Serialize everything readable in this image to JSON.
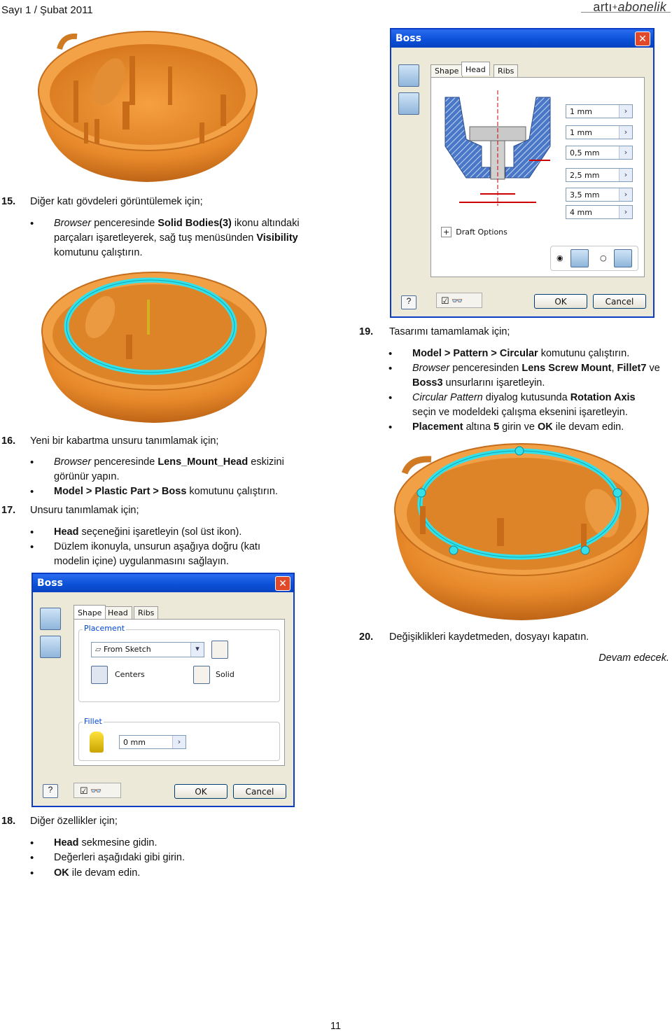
{
  "header": {
    "issue": "Sayı 1 / Şubat 2011",
    "brand_a": "artı",
    "brand_plus": "+",
    "brand_b": "abonelik"
  },
  "step15": {
    "num": "15.",
    "title": "Diğer katı gövdeleri görüntülemek için;",
    "b1": {
      "a": "Browser",
      "b": " penceresinde ",
      "c": "Solid Bodies(3)",
      "d": " ikonu altındaki",
      "e": "parçaları işaretleyerek, sağ tuş menüsünden ",
      "f": "Visibility",
      "g": "komutunu çalıştırın."
    }
  },
  "step16": {
    "num": "16.",
    "title": "Yeni bir kabartma unsuru tanımlamak için;",
    "b1": {
      "a": "Browser",
      "b": " penceresinde ",
      "c": "Lens_Mount_Head",
      "d": " eskizini",
      "e": "görünür yapın."
    },
    "b2": {
      "a": "Model > Plastic Part > Boss",
      "b": " komutunu çalıştırın."
    }
  },
  "step17": {
    "num": "17.",
    "title": "Unsuru tanımlamak için;",
    "b1": {
      "a": "Head",
      "b": " seçeneğini işaretleyin (sol üst ikon)."
    },
    "b2": {
      "a": "Düzlem ikonuyla, unsurun aşağıya doğru (katı",
      "b": "modelin içine) uygulanmasını sağlayın."
    }
  },
  "step18": {
    "num": "18.",
    "title": "Diğer özellikler için;",
    "b1": {
      "a": "Head",
      "b": " sekmesine gidin."
    },
    "b2": "Değerleri aşağıdaki gibi girin.",
    "b3": {
      "a": "OK",
      "b": " ile devam edin."
    }
  },
  "step19": {
    "num": "19.",
    "title": "Tasarımı tamamlamak için;",
    "b1": {
      "a": "Model > Pattern > Circular",
      "b": " komutunu çalıştırın."
    },
    "b2": {
      "a": "Browser",
      "b": " penceresinden ",
      "c": "Lens Screw Mount",
      "d": ", ",
      "e": "Fillet7",
      "f": " ve",
      "g": "Boss3",
      "h": " unsurlarını işaretleyin."
    },
    "b3": {
      "a": "Circular Pattern",
      "b": " diyalog kutusunda ",
      "c": "Rotation Axis",
      "d": "seçin ve modeldeki çalışma eksenini işaretleyin."
    },
    "b4": {
      "a": "Placement",
      "b": " altına ",
      "c": "5",
      "d": " girin ve ",
      "e": "OK",
      "f": " ile devam edin."
    }
  },
  "step20": {
    "num": "20.",
    "title": "Değişiklikleri kaydetmeden, dosyayı kapatın."
  },
  "continued": "Devam edecek.",
  "page_number": "11",
  "dialog_head": {
    "title": "Boss",
    "tabs": [
      "Shape",
      "Head",
      "Ribs"
    ],
    "fields": [
      "1 mm",
      "1 mm",
      "0,5 mm",
      "2,5 mm",
      "3,5 mm",
      "4 mm"
    ],
    "draft_options": "Draft Options",
    "ok": "OK",
    "cancel": "Cancel"
  },
  "dialog_shape": {
    "title": "Boss",
    "tabs": [
      "Shape",
      "Head",
      "Ribs"
    ],
    "placement": "Placement",
    "from_sketch": "From Sketch",
    "centers": "Centers",
    "solid": "Solid",
    "fillet": "Fillet",
    "fillet_value": "0 mm",
    "ok": "OK",
    "cancel": "Cancel"
  },
  "colors": {
    "shell": "#e8892a",
    "highlight": "#35e0e8",
    "title_bar": "#0a4fd6"
  }
}
